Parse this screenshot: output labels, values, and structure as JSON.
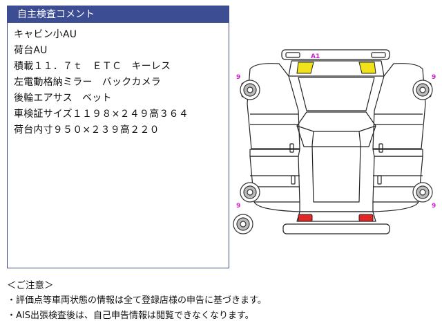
{
  "panel": {
    "title": "自主検査コメント",
    "lines": [
      "キャビン小AU",
      "荷台AU",
      "積載１１．７ｔ　ＥＴＣ　キーレス",
      "左電動格納ミラー　バックカメラ",
      "後輪エアサス　ベット",
      "車検証サイズ１１９８×２４９高３６４",
      "荷台内寸９５０×２３９高２２０"
    ]
  },
  "diagram": {
    "markers": {
      "front_roof": "A1",
      "wheel_front_left": "9",
      "wheel_front_right": "9",
      "wheel_rear_left": "9",
      "wheel_rear_right": "9"
    },
    "colors": {
      "headlight": "#f1e21a",
      "taillight": "#e32626",
      "marker": "#cc22cc"
    }
  },
  "notes": {
    "title": "＜ご注意＞",
    "lines": [
      "・評価点等車両状態の情報は全て登録店様の申告に基づきます。",
      "・AIS出張検査後は、自己申告情報は閲覧できなくなります。"
    ]
  }
}
